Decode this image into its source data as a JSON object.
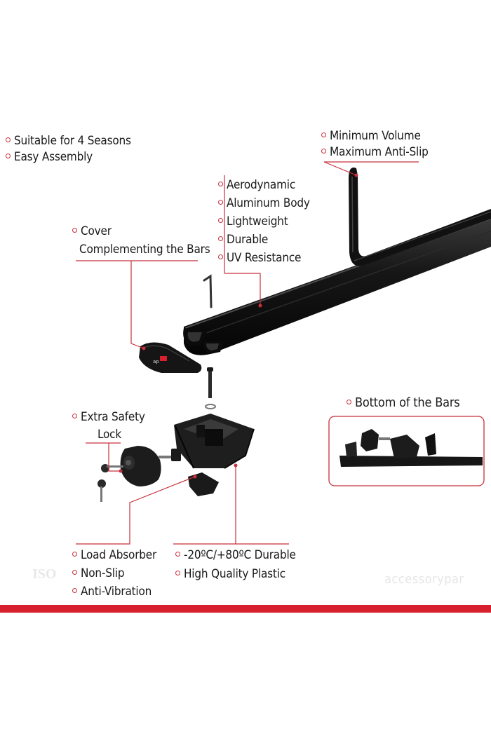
{
  "labels": {
    "seasons": "Suitable for 4 Seasons",
    "assembly": "Easy Assembly",
    "min_volume": "Minimum Volume",
    "max_antislip": "Maximum Anti-Slip",
    "aerodynamic": "Aerodynamic",
    "aluminum": "Aluminum Body",
    "lightweight": "Lightweight",
    "durable": "Durable",
    "uv": "UV Resistance",
    "cover": "Cover",
    "cover_sub": "Complementing the Bars",
    "bottom": "Bottom of the Bars",
    "lock_1": "Extra Safety",
    "lock_2": "Lock",
    "load": "Load Absorber",
    "nonslip": "Non-Slip",
    "antivib": "Anti-Vibration",
    "temp": "-20ºC/+80ºC Durable",
    "plastic": "High Quality Plastic"
  },
  "cap_text": "ap",
  "watermarks": {
    "brand": "accessorypar",
    "iso": "ISO"
  },
  "colors": {
    "accent": "#c8303c",
    "band": "#d6202e",
    "product": "#1c1c1c"
  }
}
